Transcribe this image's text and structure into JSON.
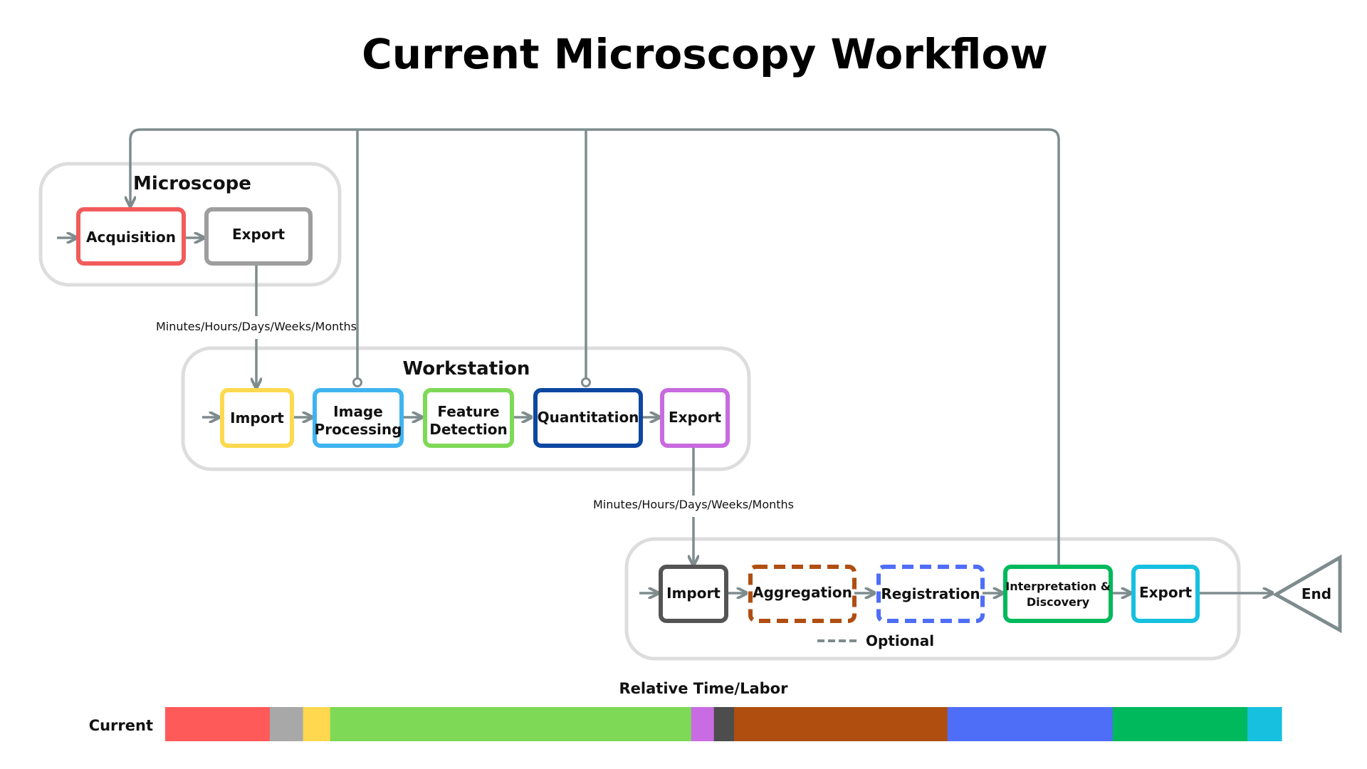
{
  "title": "Current Microscopy Workflow",
  "groups": {
    "microscope": "Microscope",
    "workstation": "Workstation"
  },
  "nodes": {
    "acquisition": "Acquisition",
    "mic_export": "Export",
    "ws_import": "Import",
    "image_processing_1": "Image",
    "image_processing_2": "Processing",
    "feature_detection_1": "Feature",
    "feature_detection_2": "Detection",
    "quantitation": "Quantitation",
    "ws_export": "Export",
    "an_import": "Import",
    "aggregation": "Aggregation",
    "registration": "Registration",
    "interpretation_1": "Interpretation &",
    "interpretation_2": "Discovery",
    "an_export": "Export",
    "end": "End"
  },
  "transfer_label_1": "Minutes/Hours/Days/Weeks/Months",
  "transfer_label_2": "Minutes/Hours/Days/Weeks/Months",
  "optional_legend": "Optional",
  "colors": {
    "acquisition": "#f25b5b",
    "mic_export": "#9e9e9e",
    "import": "#fcd94f",
    "image_processing": "#3fb4f0",
    "feature_detection": "#7ed957",
    "quantitation": "#0d47a1",
    "ws_export": "#c86ae0",
    "an_import": "#545454",
    "aggregation": "#b04e12",
    "registration": "#4f6ef7",
    "interpretation": "#00b95c",
    "an_export": "#17c0df",
    "connector": "#7f8c8d",
    "group_border": "#dddddd"
  },
  "time_bar": {
    "heading": "Relative Time/Labor",
    "row_label": "Current",
    "segments": [
      {
        "name": "Acquisition",
        "share": 9.35,
        "color": "#ff5a5a"
      },
      {
        "name": "Export",
        "share": 2.97,
        "color": "#a8a8a8"
      },
      {
        "name": "Import",
        "share": 2.42,
        "color": "#ffd84f"
      },
      {
        "name": "Image Processing & Feature Detection",
        "share": 32.27,
        "color": "#7ed957"
      },
      {
        "name": "Export",
        "share": 2.03,
        "color": "#c96ce3"
      },
      {
        "name": "Import",
        "share": 1.8,
        "color": "#4d4d4d"
      },
      {
        "name": "Aggregation",
        "share": 19.07,
        "color": "#b04e10"
      },
      {
        "name": "Registration",
        "share": 14.77,
        "color": "#4f6ef7"
      },
      {
        "name": "Interpretation & Discovery",
        "share": 12.04,
        "color": "#00b95c"
      },
      {
        "name": "Export",
        "share": 3.05,
        "color": "#17c0df"
      }
    ]
  }
}
